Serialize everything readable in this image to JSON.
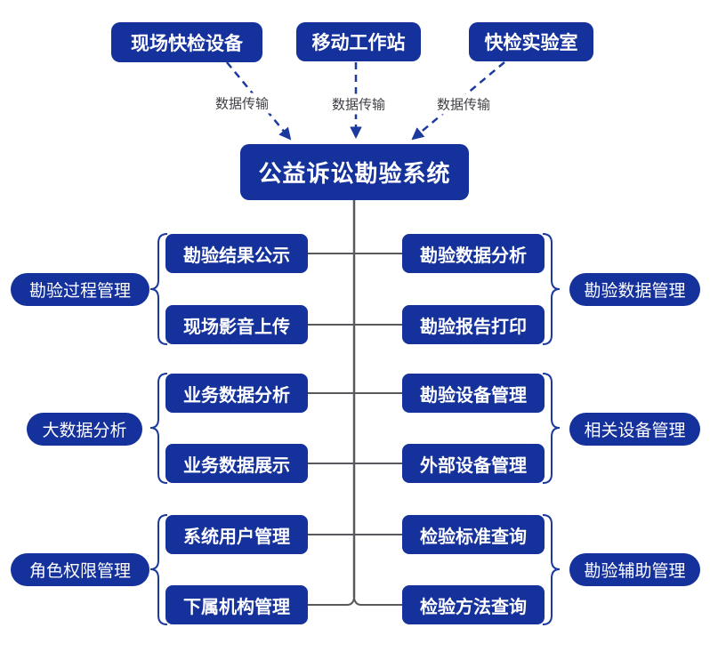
{
  "diagram": {
    "central_system": "公益诉讼勘验系统",
    "sources": [
      {
        "label": "现场快检设备"
      },
      {
        "label": "移动工作站"
      },
      {
        "label": "快检实验室"
      }
    ],
    "transfer_label": "数据传输",
    "groups": [
      {
        "side": "left",
        "category": "勘验过程管理",
        "modules": [
          "勘验结果公示",
          "现场影音上传"
        ]
      },
      {
        "side": "right",
        "category": "勘验数据管理",
        "modules": [
          "勘验数据分析",
          "勘验报告打印"
        ]
      },
      {
        "side": "left",
        "category": "大数据分析",
        "modules": [
          "业务数据分析",
          "业务数据展示"
        ]
      },
      {
        "side": "right",
        "category": "相关设备管理",
        "modules": [
          "勘验设备管理",
          "外部设备管理"
        ]
      },
      {
        "side": "left",
        "category": "角色权限管理",
        "modules": [
          "系统用户管理",
          "下属机构管理"
        ]
      },
      {
        "side": "right",
        "category": "勘验辅助管理",
        "modules": [
          "检验标准查询",
          "检验方法查询"
        ]
      }
    ],
    "colors": {
      "node_fill": "#15319B",
      "connector_gray": "#58595c",
      "arrow_blue": "#1c3a9e",
      "transfer_text": "#3f3f46",
      "node_text": "#ffffff",
      "background": "#ffffff"
    }
  }
}
